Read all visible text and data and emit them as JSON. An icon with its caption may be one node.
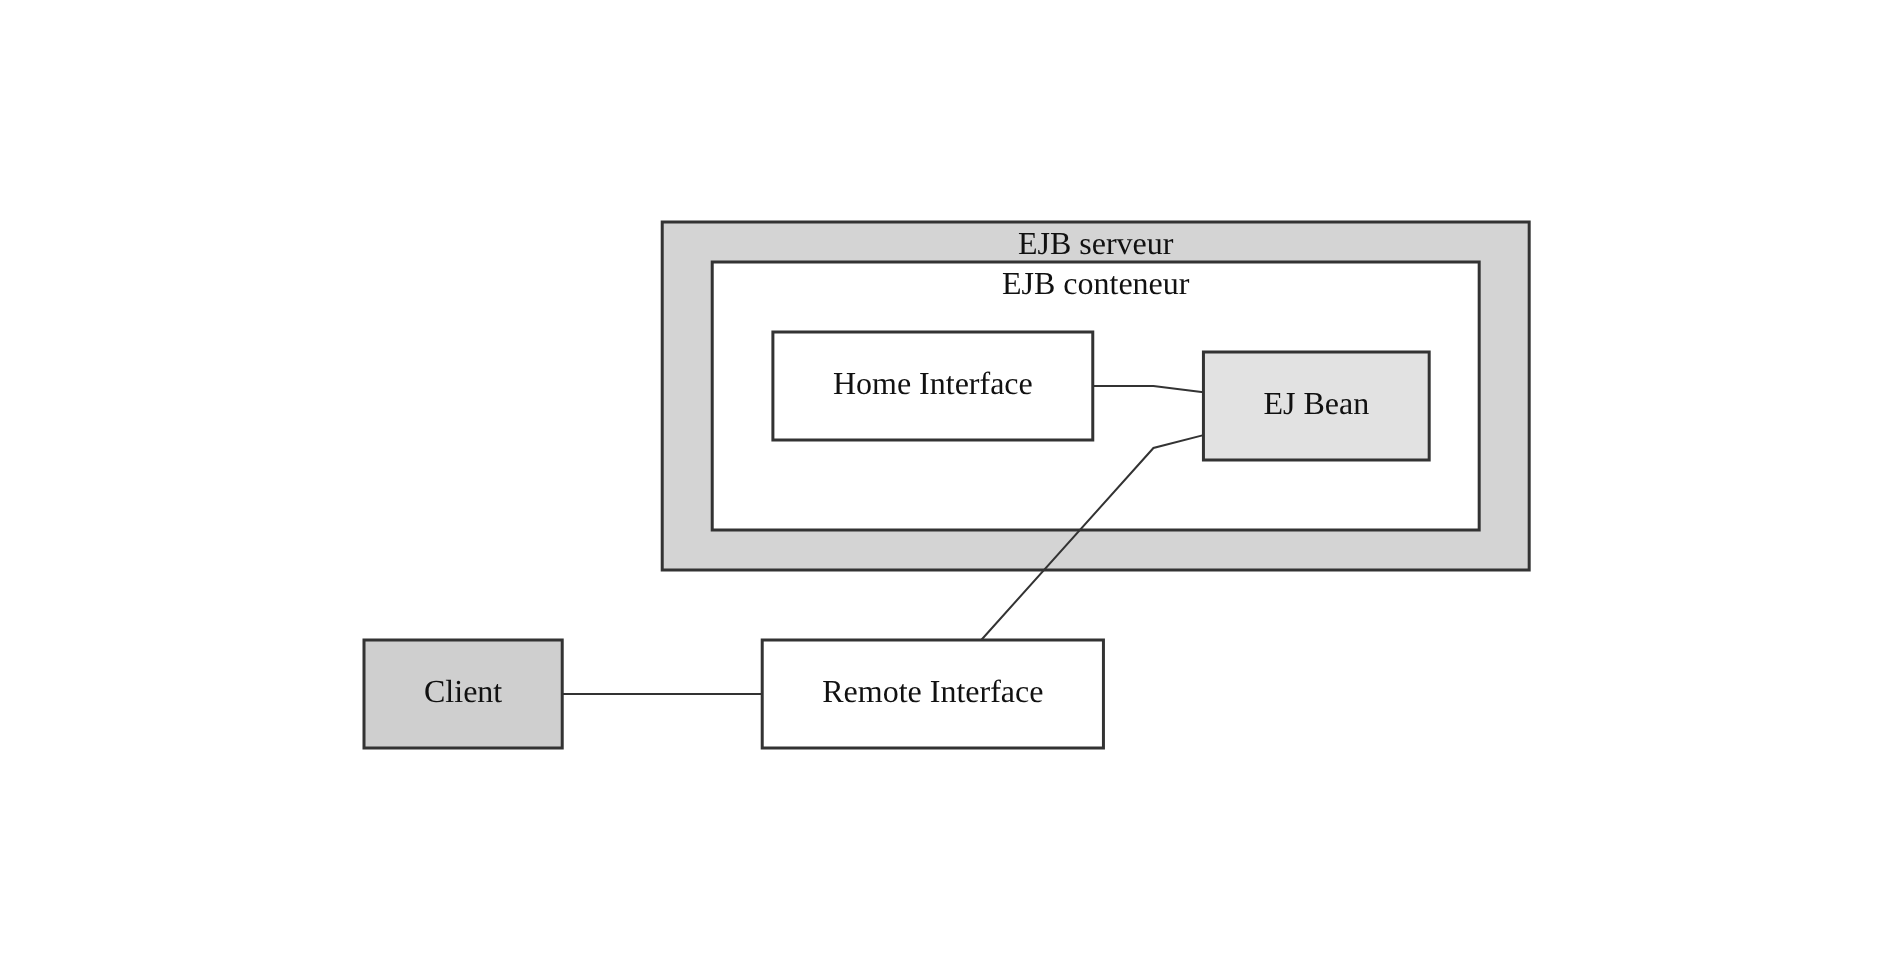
{
  "diagram": {
    "nodes": [
      {
        "text": [
          "EJB serveur"
        ]
      },
      {
        "text": [
          "EJB conteneur"
        ],
        "in": 0
      },
      {
        "text": [
          "Client"
        ]
      },
      {
        "text": [
          "Home Interface"
        ],
        "in": 1
      },
      {
        "text": [
          "EJ Bean"
        ],
        "in": 1
      },
      {
        "text": [
          "Remote Interface"
        ]
      }
    ],
    "edges": [
      {
        "from": 2,
        "to": 5,
        "arrow": "none"
      },
      {
        "from": 3,
        "to": 4,
        "arrow": "none"
      },
      {
        "from": 5,
        "to": 4,
        "arrow": "none"
      }
    ]
  }
}
